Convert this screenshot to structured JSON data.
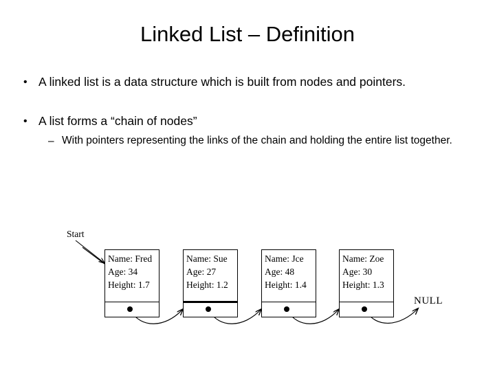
{
  "slide": {
    "title": "Linked List – Definition",
    "bullets": [
      {
        "marker": "•",
        "text": "A linked list is a data structure which is built from nodes and pointers."
      },
      {
        "marker": "•",
        "text": "A list forms a “chain of nodes”"
      }
    ],
    "sub_bullets": [
      {
        "marker": "–",
        "text": "With pointers representing the links of the chain and holding the entire list together."
      }
    ]
  },
  "diagram": {
    "start_label": "Start",
    "null_label": "NULL",
    "field_labels": {
      "name": "Name:",
      "age": "Age:",
      "height": "Height:"
    },
    "nodes": [
      {
        "name_line": "Name: Fred",
        "age_line": "Age: 34",
        "height_line": "Height: 1.7",
        "name": "Fred",
        "age": "34",
        "height": "1.7"
      },
      {
        "name_line": "Name: Sue",
        "age_line": "Age: 27",
        "height_line": "Height: 1.2",
        "name": "Sue",
        "age": "27",
        "height": "1.2"
      },
      {
        "name_line": "Name: Jce",
        "age_line": "Age: 48",
        "height_line": "Height: 1.4",
        "name": "Jce",
        "age": "48",
        "height": "1.4"
      },
      {
        "name_line": "Name: Zoe",
        "age_line": "Age: 30",
        "height_line": "Height: 1.3",
        "name": "Zoe",
        "age": "30",
        "height": "1.3"
      }
    ]
  },
  "colors": {
    "background": "#ffffff",
    "text": "#000000",
    "stroke": "#000000"
  }
}
